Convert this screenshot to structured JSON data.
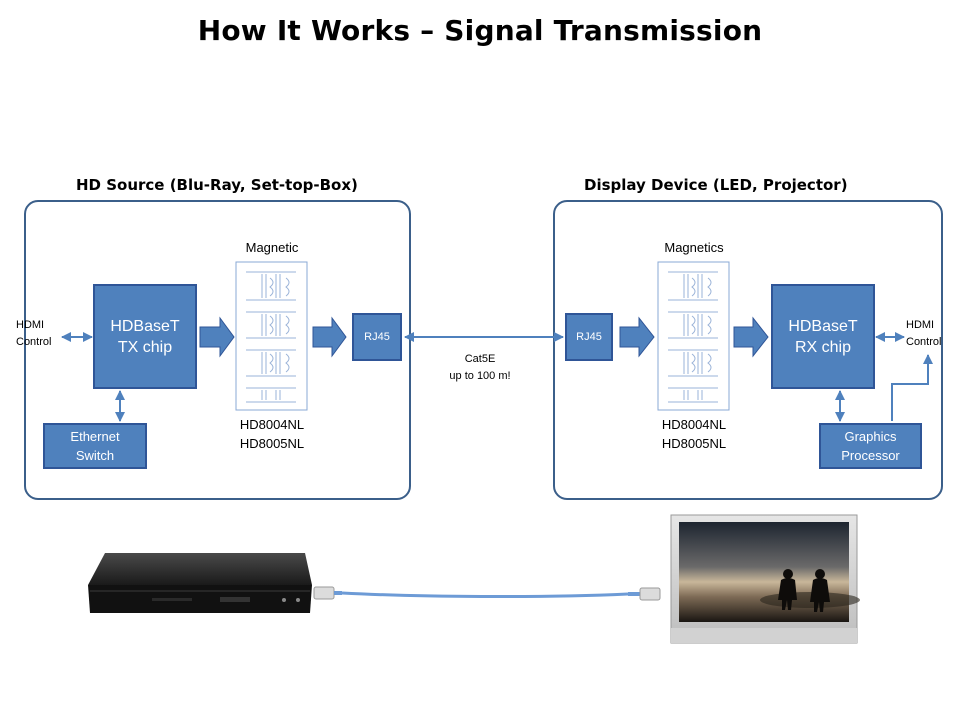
{
  "title": "How It Works – Signal Transmission",
  "source": {
    "label": "HD Source (Blu-Ray, Set-top-Box)",
    "hdmi_control": "HDMI\nControl",
    "chip": "HDBaseT\nTX chip",
    "ethernet_switch": "Ethernet\nSwitch",
    "magnetic_label": "Magnetic",
    "part_numbers": "HD8004NL\nHD8005NL",
    "rj45": "RJ45"
  },
  "cable": {
    "label": "Cat5E\nup to 100 m!"
  },
  "display": {
    "label": "Display Device (LED, Projector)",
    "rj45": "RJ45",
    "magnetic_label": "Magnetics",
    "part_numbers": "HD8004NL\nHD8005NL",
    "chip": "HDBaseT\nRX chip",
    "hdmi_control": "HDMI\nControl",
    "graphics_processor": "Graphics\nProcessor"
  },
  "colors": {
    "chip_fill": "#4f81bd",
    "chip_border": "#2f5597",
    "panel_border": "#3b5f8a",
    "arrow": "#4f81bd",
    "cable": "#5b8fd6"
  }
}
